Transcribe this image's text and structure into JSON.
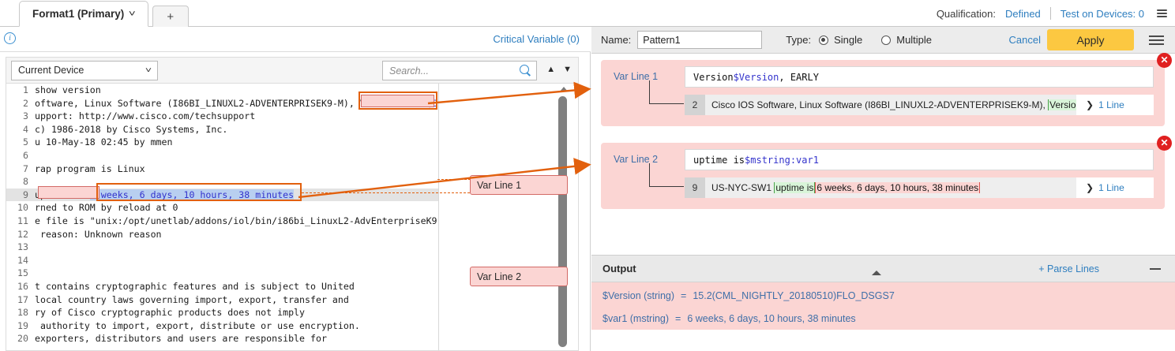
{
  "topbar": {
    "tab_label": "Format1 (Primary)",
    "tab_chevron": "chevron-down-icon",
    "add_tab": "+",
    "qualification_label": "Qualification:",
    "qualification_value": "Defined",
    "test_devices": "Test on Devices: 0"
  },
  "left": {
    "critical_variable": "Critical Variable (0)",
    "device_select": "Current Device",
    "search_placeholder": "Search...",
    "search_value": "",
    "nav_up": "▲",
    "nav_down": "▼",
    "callouts": [
      {
        "label": "Var Line 1"
      },
      {
        "label": "Var Line 2"
      }
    ],
    "code_lines": [
      {
        "n": "1",
        "text": "show version"
      },
      {
        "n": "2",
        "text": "oftware, Linux Software (I86BI_LINUXL2-ADVENTERPRISEK9-M), "
      },
      {
        "n": "3",
        "text": "upport: http://www.cisco.com/techsupport"
      },
      {
        "n": "4",
        "text": "c) 1986-2018 by Cisco Systems, Inc."
      },
      {
        "n": "5",
        "text": "u 10-May-18 02:45 by mmen"
      },
      {
        "n": "6",
        "text": ""
      },
      {
        "n": "7",
        "text": "rap program is Linux"
      },
      {
        "n": "8",
        "text": ""
      },
      {
        "n": "9",
        "text": "uptime is "
      },
      {
        "n": "10",
        "text": "rned to ROM by reload at 0"
      },
      {
        "n": "11",
        "text": "e file is \"unix:/opt/unetlab/addons/iol/bin/i86bi_LinuxL2-AdvEnterpriseK9"
      },
      {
        "n": "12",
        "text": " reason: Unknown reason"
      },
      {
        "n": "13",
        "text": ""
      },
      {
        "n": "14",
        "text": ""
      },
      {
        "n": "15",
        "text": ""
      },
      {
        "n": "16",
        "text": "t contains cryptographic features and is subject to United"
      },
      {
        "n": "17",
        "text": "local country laws governing import, export, transfer and"
      },
      {
        "n": "18",
        "text": "ry of Cisco cryptographic products does not imply"
      },
      {
        "n": "19",
        "text": " authority to import, export, distribute or use encryption."
      },
      {
        "n": "20",
        "text": "exporters, distributors and users are responsible for"
      }
    ],
    "line2_version_prefix": "Version ",
    "line2_version_value": "15.2(C",
    "line9_selection": "6 weeks, 6 days, 10 hours, 38 minutes"
  },
  "right": {
    "name_label": "Name:",
    "name_value": "Pattern1",
    "type_label": "Type:",
    "type_single": "Single",
    "type_multiple": "Multiple",
    "type_selected": "Single",
    "cancel_label": "Cancel",
    "apply_label": "Apply",
    "cards": [
      {
        "label": "Var Line 1",
        "pattern_prefix": "Version ",
        "pattern_var": "$Version",
        "pattern_suffix": ", EARLY",
        "match_num": "2",
        "match_prefix": "Cisco IOS Software, Linux Software (I86BI_LINUXL2-ADVENTERPRISEK9-M), ",
        "match_green": "Versio...",
        "match_red": "",
        "match_suffix": "",
        "expand_label": "1 Line",
        "close_icon": "close-icon"
      },
      {
        "label": "Var Line 2",
        "pattern_prefix": "uptime is ",
        "pattern_var": "$mstring:var1",
        "pattern_suffix": "",
        "match_num": "9",
        "match_prefix": "US-NYC-SW1 ",
        "match_green": "uptime is",
        "match_red": "6 weeks, 6 days, 10 hours, 38 minutes",
        "match_suffix": "",
        "expand_label": "1 Line",
        "close_icon": "close-icon"
      }
    ]
  },
  "output": {
    "title": "Output",
    "parse_lines": "+ Parse Lines",
    "rows": [
      {
        "name": "$Version (string)",
        "eq": "=",
        "value": "15.2(CML_NIGHTLY_20180510)FLO_DSGS7"
      },
      {
        "name": "$var1 (mstring)",
        "eq": "=",
        "value": "6 weeks, 6 days, 10 hours, 38 minutes"
      }
    ]
  },
  "colors": {
    "accent_orange": "#e2600d",
    "pink_panel": "#fbd5d3",
    "link_blue": "#2e7ebf",
    "apply_yellow": "#fcc841",
    "close_red": "#e02020",
    "match_green": "#4aa24a"
  }
}
